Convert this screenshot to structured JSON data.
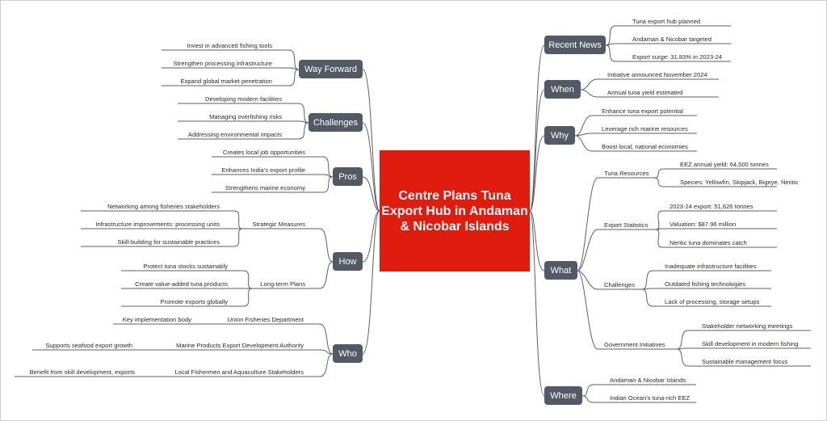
{
  "title": "Centre Plans Tuna Export Hub in Andaman & Nicobar Islands",
  "colors": {
    "center": "#e01c0f",
    "node": "#545a65",
    "line": "#5b5f66"
  },
  "branches": {
    "recent_news": {
      "label": "Recent News",
      "items": [
        "Tuna export hub planned",
        "Andaman & Nicobar targeted",
        "Export surge: 31.83% in 2023-24"
      ]
    },
    "when": {
      "label": "When",
      "items": [
        "Initiative announced November 2024",
        "Annual tuna yield estimated"
      ]
    },
    "why": {
      "label": "Why",
      "items": [
        "Enhance tuna export potential",
        "Leverage rich marine resources",
        "Boost local, national economies"
      ]
    },
    "what": {
      "label": "What",
      "tuna_resources": {
        "label": "Tuna Resources",
        "items": [
          "EEZ annual yield: 64,500 tonnes",
          "Species: Yellowfin, Skipjack, Bigeye, Neritic"
        ]
      },
      "export_statistics": {
        "label": "Export Statistics",
        "items": [
          "2023-24 export: 51,626 tonnes",
          "Valuation: $87.96 million",
          "Neritic tuna dominates catch"
        ]
      },
      "challenges": {
        "label": "Challenges",
        "items": [
          "Inadequate infrastructure facilities",
          "Outdated fishing technologies",
          "Lack of processing, storage setups"
        ]
      },
      "government_initiatives": {
        "label": "Government Initiatives",
        "items": [
          "Stakeholder networking meetings",
          "Skill development in modern fishing",
          "Sustainable management focus"
        ]
      }
    },
    "where": {
      "label": "Where",
      "items": [
        "Andaman & Nicobar Islands",
        "Indian Ocean’s tuna-rich EEZ"
      ]
    },
    "way_forward": {
      "label": "Way Forward",
      "items": [
        "Invest in advanced fishing tools",
        "Strengthen processing infrastructure",
        "Expand global market penetration"
      ]
    },
    "challenges": {
      "label": "Challenges",
      "items": [
        "Developing modern facilities",
        "Managing overfishing risks",
        "Addressing environmental impacts"
      ]
    },
    "pros": {
      "label": "Pros",
      "items": [
        "Creates local job opportunities",
        "Enhances India's export profile",
        "Strengthens marine economy"
      ]
    },
    "how": {
      "label": "How",
      "strategic_measures": {
        "label": "Strategic Measures",
        "items": [
          "Networking among fisheries stakeholders",
          "Infrastructure improvements: processing units",
          "Skill-building for sustainable practices"
        ]
      },
      "long_term_plans": {
        "label": "Long-term Plans",
        "items": [
          "Protect tuna stocks sustainably",
          "Create value-added tuna products",
          "Promote exports globally"
        ]
      }
    },
    "who": {
      "label": "Who",
      "union_fisheries": {
        "label": "Union Fisheries Department",
        "items": [
          "Key implementation body"
        ]
      },
      "mpeda": {
        "label": "Marine Products Export Development Authority",
        "items": [
          "Supports seafood export growth"
        ]
      },
      "local_fishermen": {
        "label": "Local Fishermen and Aquaculture Stakeholders",
        "items": [
          "Benefit from skill development, exports"
        ]
      }
    }
  }
}
